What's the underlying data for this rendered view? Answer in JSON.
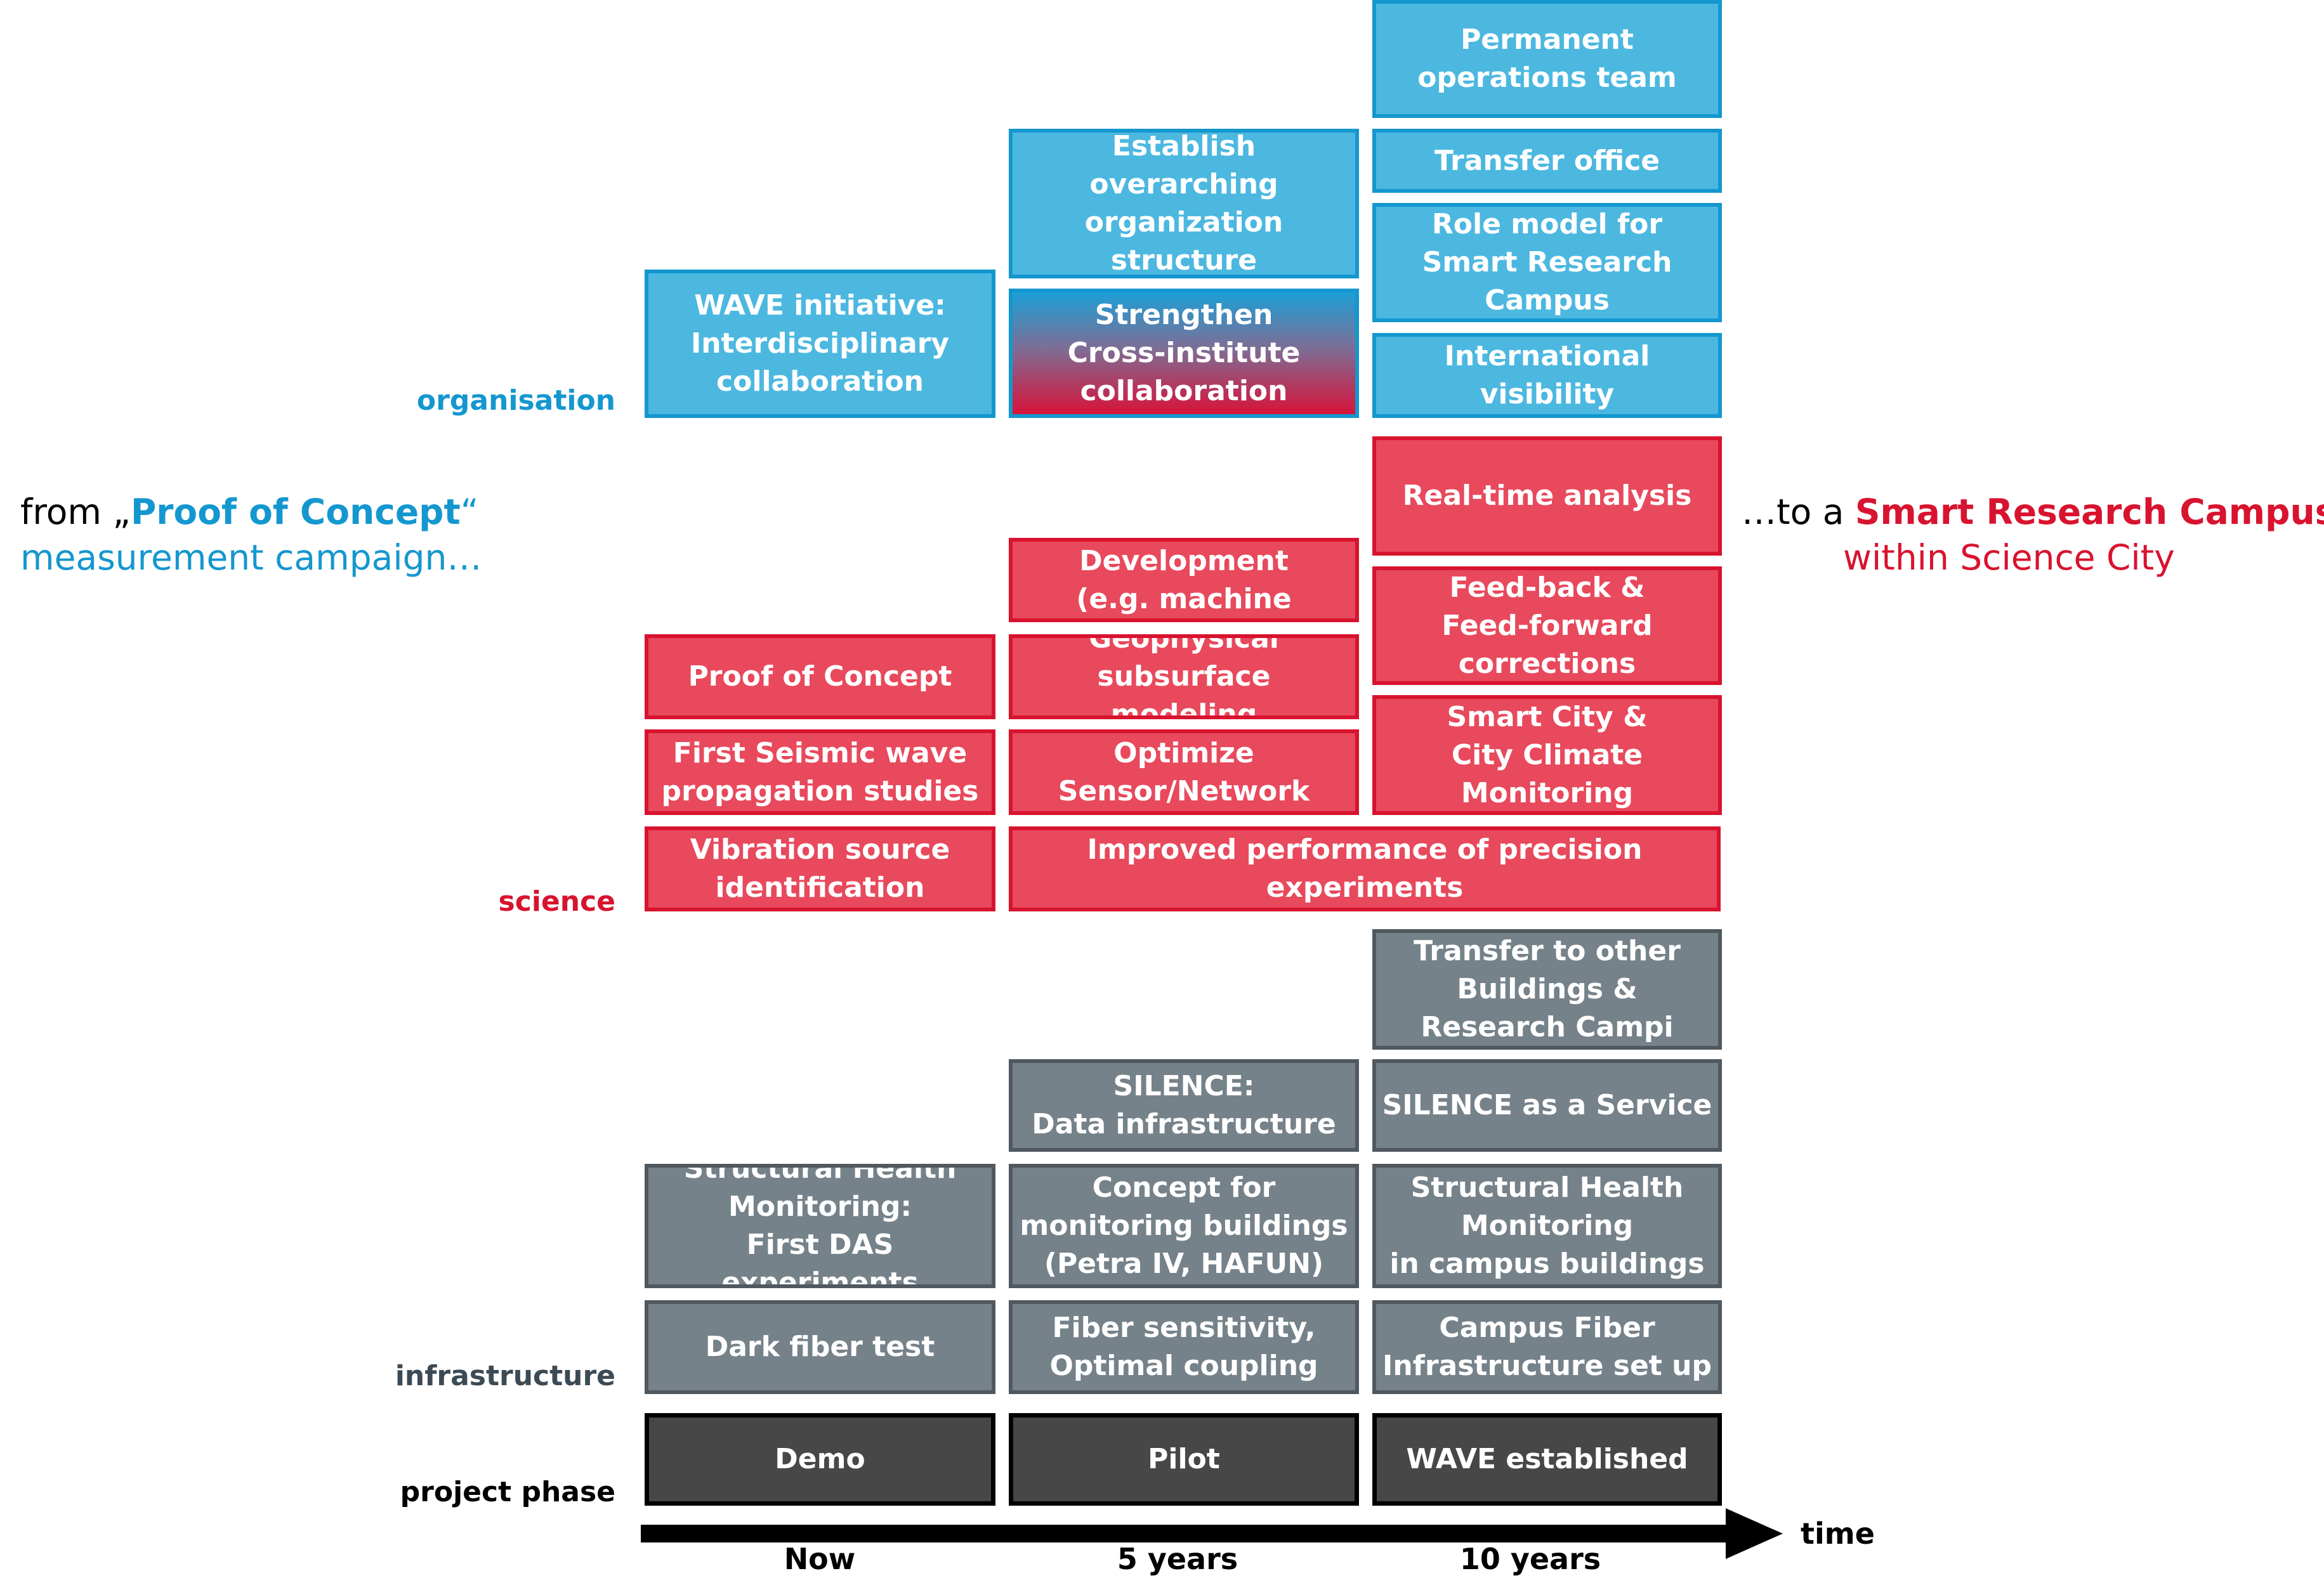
{
  "row_labels": {
    "organisation": "organisation",
    "science": "science",
    "infrastructure": "infrastructure",
    "project_phase": "project phase"
  },
  "left_side": {
    "prefix": "from „",
    "highlight": "Proof of Concept",
    "suffix": "“",
    "line2": "measurement campaign…"
  },
  "right_side": {
    "prefix": "…to a ",
    "highlight": "Smart Research Campus",
    "line2": "within Science City"
  },
  "colors": {
    "organisation": "#1497cf",
    "science": "#d8132f",
    "infrastructure": "#3c4a55",
    "phase_text": "#000000"
  },
  "boxes": {
    "permanent_ops": "Permanent\noperations team",
    "establish_org": "Establish\noverarching\norganization\nstructure",
    "transfer_office": "Transfer office",
    "role_model": "Role model for\nSmart Research\nCampus",
    "wave_initiative": "WAVE initiative:\nInterdisciplinary\ncollaboration",
    "strengthen": "Strengthen\nCross-institute\ncollaboration",
    "intl_visibility": "International\nvisibility",
    "realtime": "Real-time analysis",
    "method_dev": "Method Development\n(e.g. machine learning)",
    "feedback": "Feed-back &\nFeed-forward\ncorrections",
    "proof_concept": "Proof of Concept",
    "geophysical": "Geophysical subsurface\nmodeling",
    "seismic": "First Seismic wave\npropagation studies",
    "optimize": "Optimize\nSensor/Network",
    "smart_city": "Smart City &\nCity Climate\nMonitoring",
    "vibration": "Vibration source\nidentification",
    "improved": "Improved performance of precision experiments",
    "transfer_buildings": "Transfer to other\nBuildings &\nResearch Campi",
    "silence_data": "SILENCE:\nData infrastructure",
    "silence_service": "SILENCE as a Service",
    "shm_first": "Structural Health\nMonitoring:\nFirst DAS experiments",
    "concept_monitor": "Concept for\nmonitoring buildings\n(Petra IV, HAFUN)",
    "shm_campus": "Structural Health\nMonitoring\nin campus buildings",
    "dark_fiber": "Dark fiber test",
    "fiber_sens": "Fiber sensitivity,\nOptimal coupling",
    "campus_fiber": "Campus Fiber\nInfrastructure set up"
  },
  "phases": [
    "Demo",
    "Pilot",
    "WAVE established"
  ],
  "axis": {
    "label": "time",
    "ticks": [
      "Now",
      "5 years",
      "10 years"
    ]
  }
}
